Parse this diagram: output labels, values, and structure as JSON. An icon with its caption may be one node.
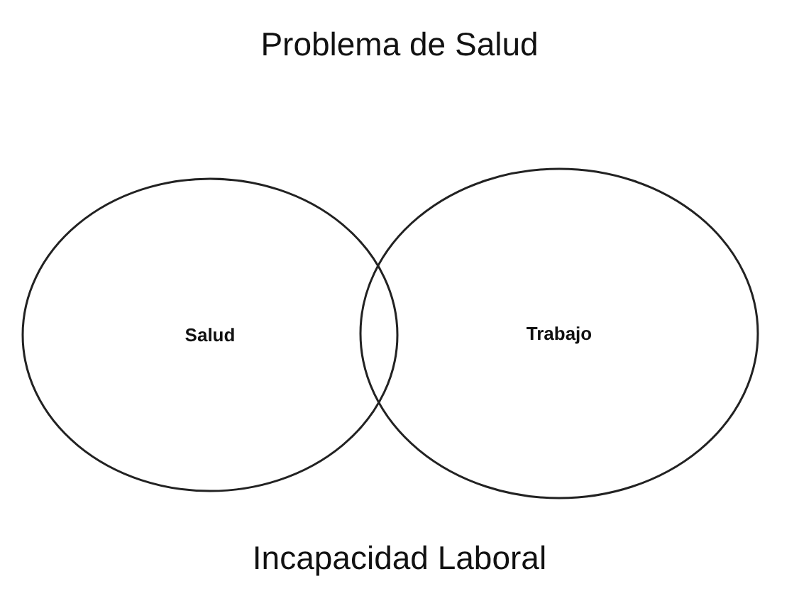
{
  "diagram": {
    "title": "Problema de Salud",
    "nodes": [
      {
        "text": [
          "Salud"
        ]
      },
      {
        "text": [
          "Trabajo"
        ]
      }
    ],
    "labels": [
      "Incapacidad Laboral"
    ]
  }
}
